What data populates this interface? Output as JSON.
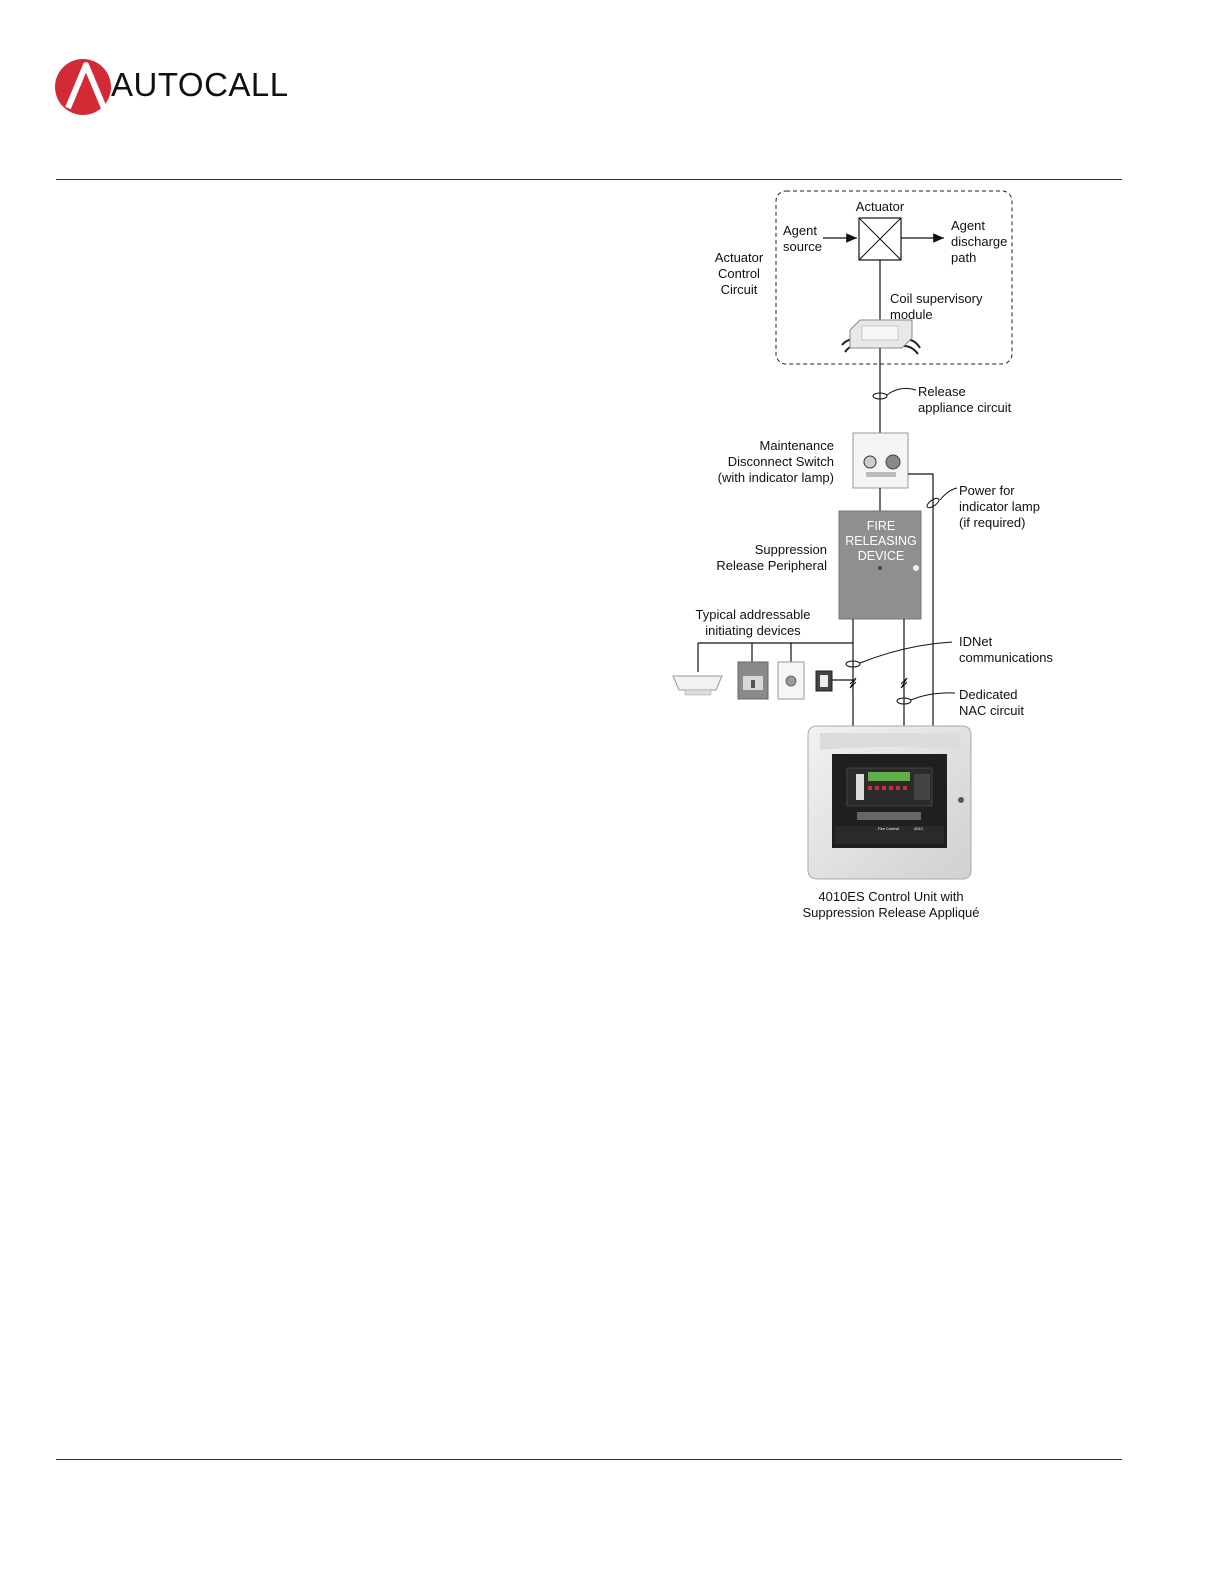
{
  "header": {
    "brand": "AUTOCALL",
    "brand_color": "#d42a35",
    "logo_icon": "triangle-a-logo-icon"
  },
  "diagram": {
    "actuator_title": "Actuator",
    "agent_source": "Agent\nsource",
    "agent_discharge": "Agent\ndischarge\npath",
    "actuator_control_circuit": "Actuator\nControl\nCircuit",
    "coil_supervisory": "Coil supervisory\nmodule",
    "release_appliance": "Release\nappliance circuit",
    "maintenance_switch": "Maintenance\nDisconnect Switch\n(with indicator lamp)",
    "power_indicator": "Power for\nindicator lamp\n(if required)",
    "suppression_peripheral": "Suppression\nRelease Peripheral",
    "fire_releasing_device": "FIRE\nRELEASING\nDEVICE",
    "initiating_devices": "Typical addressable\ninitiating devices",
    "idnet": "IDNet\ncommunications",
    "dedicated_nac": "Dedicated\nNAC circuit",
    "control_unit": "4010ES Control Unit with\nSuppression Release Appliqué",
    "panel_fire_control": "Fire Control",
    "panel_model": "4010",
    "frd_color": "#8f8f8f"
  }
}
